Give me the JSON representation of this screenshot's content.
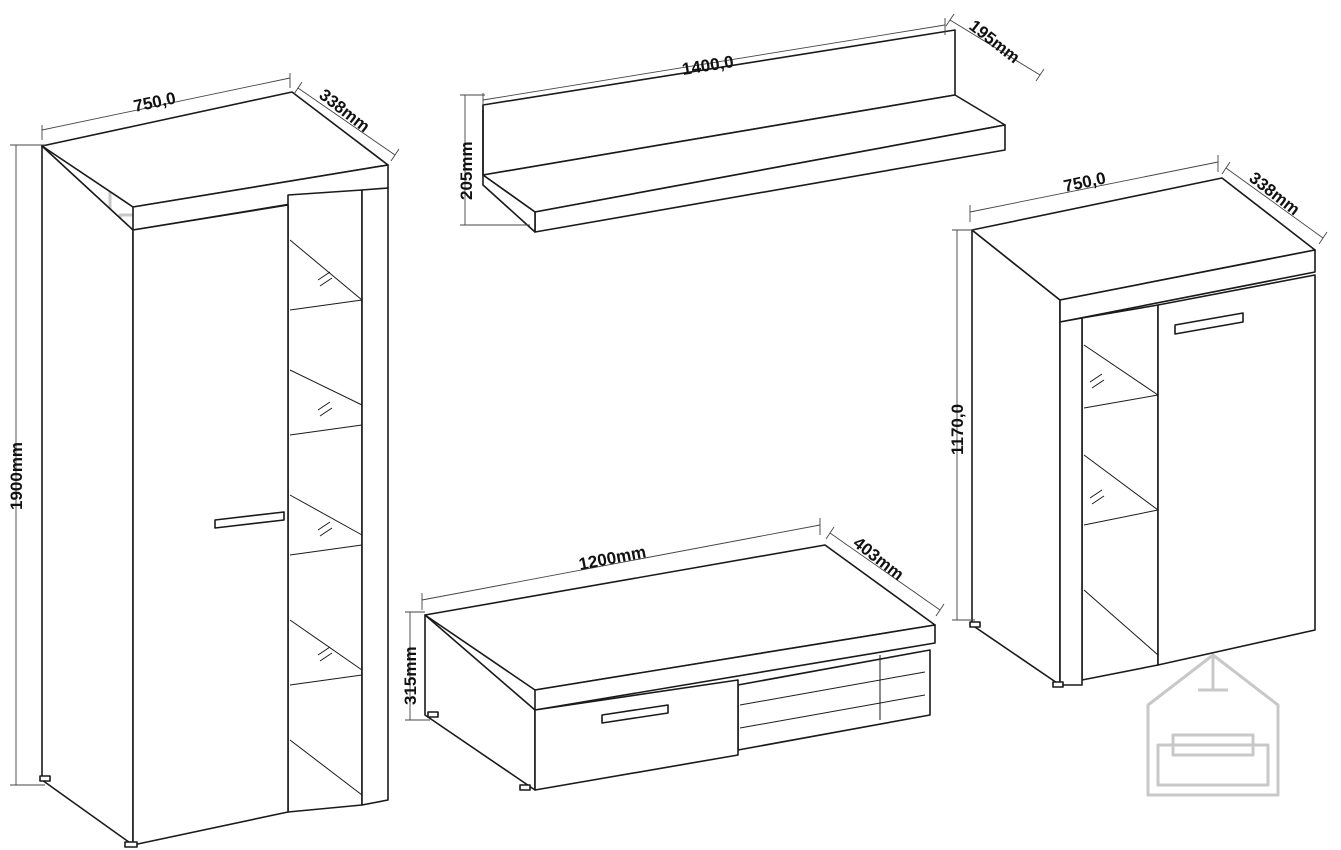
{
  "tall_cabinet": {
    "width_label": "750,0",
    "depth_label": "338mm",
    "height_label": "1900mm"
  },
  "wall_shelf": {
    "width_label": "1400,0",
    "depth_label": "195mm",
    "height_label": "205mm"
  },
  "low_cabinet": {
    "width_label": "750,0",
    "depth_label": "338mm",
    "height_label": "1170,0"
  },
  "tv_stand": {
    "width_label": "1200mm",
    "depth_label": "403mm",
    "height_label": "315mm"
  },
  "watermark": {
    "icon": "house-sofa-logo"
  }
}
